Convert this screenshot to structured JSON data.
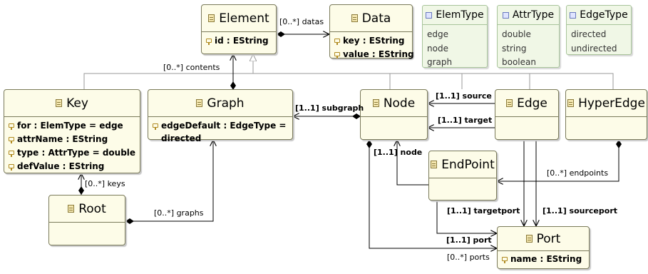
{
  "classes": {
    "element": {
      "name": "Element",
      "attributes": [
        "id : EString"
      ]
    },
    "data": {
      "name": "Data",
      "attributes": [
        "key : EString",
        "value : EString"
      ]
    },
    "key": {
      "name": "Key",
      "attributes": [
        "for : ElemType = edge",
        "attrName : EString",
        "type : AttrType = double",
        "defValue : EString"
      ]
    },
    "graph": {
      "name": "Graph",
      "attributes": [
        "edgeDefault : EdgeType =\ndirected"
      ]
    },
    "node": {
      "name": "Node",
      "attributes": []
    },
    "edge": {
      "name": "Edge",
      "attributes": []
    },
    "hyperedge": {
      "name": "HyperEdge",
      "attributes": []
    },
    "endpoint": {
      "name": "EndPoint",
      "attributes": []
    },
    "root": {
      "name": "Root",
      "attributes": []
    },
    "port": {
      "name": "Port",
      "attributes": [
        "name : EString"
      ]
    }
  },
  "enums": {
    "elemtype": {
      "name": "ElemType",
      "literals": [
        "edge",
        "node",
        "graph"
      ]
    },
    "attrtype": {
      "name": "AttrType",
      "literals": [
        "double",
        "string",
        "boolean"
      ]
    },
    "edgetype": {
      "name": "EdgeType",
      "literals": [
        "directed",
        "undirected"
      ]
    }
  },
  "edge_labels": {
    "datas": "[0..*] datas",
    "contents": "[0..*] contents",
    "source": "[1..1] source",
    "target": "[1..1] target",
    "subgraph": "[1..1] subgraph",
    "node": "[1..1] node",
    "keys": "[0..*] keys",
    "graphs": "[0..*] graphs",
    "endpoints": "[0..*] endpoints",
    "targetport": "[1..1] targetport",
    "sourceport": "[1..1] sourceport",
    "port": "[1..1] port",
    "ports": "[0..*] ports"
  },
  "colors": {
    "class_fill": "#fdfce8",
    "enum_fill": "#f0f7e6",
    "line": "#000000",
    "generalization": "#9a9a9a"
  }
}
